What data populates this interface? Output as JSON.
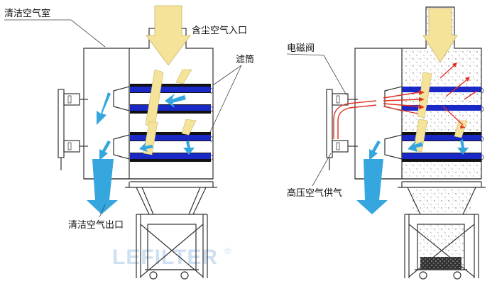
{
  "labels": {
    "clean_air_chamber": "清洁空气室",
    "dusty_air_inlet": "含尘空气入口",
    "filter_cartridge": "滤筒",
    "clean_air_outlet": "清洁空气出口",
    "solenoid_valve": "电磁阀",
    "high_pressure_air": "高压空气供气"
  },
  "watermark": {
    "text": "LEFILTER",
    "mark": "®"
  },
  "colors": {
    "filter_band": "#1a28c8",
    "filter_dust": "#111111",
    "inlet_arrow": "#f5e39a",
    "clean_arrow": "#35a7de",
    "pulse_arrow": "#e03020",
    "dust_particle": "#666666",
    "watermark": "#cfe0f2"
  }
}
